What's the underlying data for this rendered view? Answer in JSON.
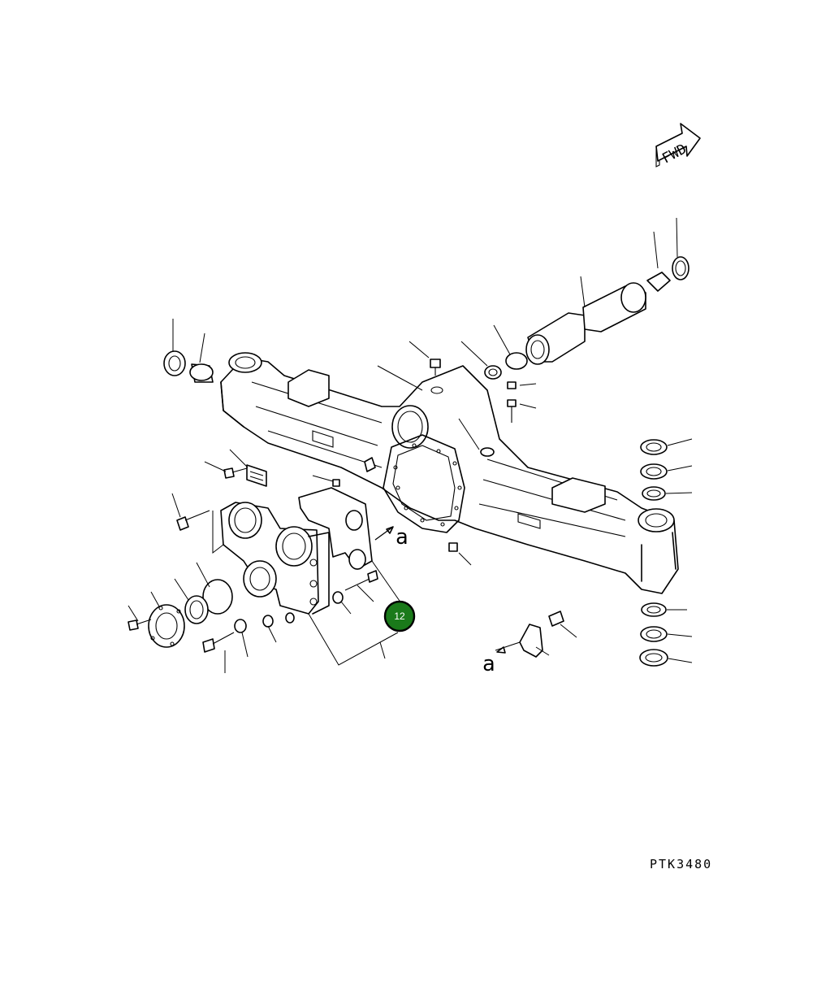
{
  "drawing": {
    "code": "PTK3480",
    "direction_label": "FWD",
    "view_ref_label": "a"
  },
  "callout": {
    "number": "12",
    "fill_color": "#1a7a1a",
    "ring_color": "#000000",
    "text_color": "#ffffff"
  }
}
